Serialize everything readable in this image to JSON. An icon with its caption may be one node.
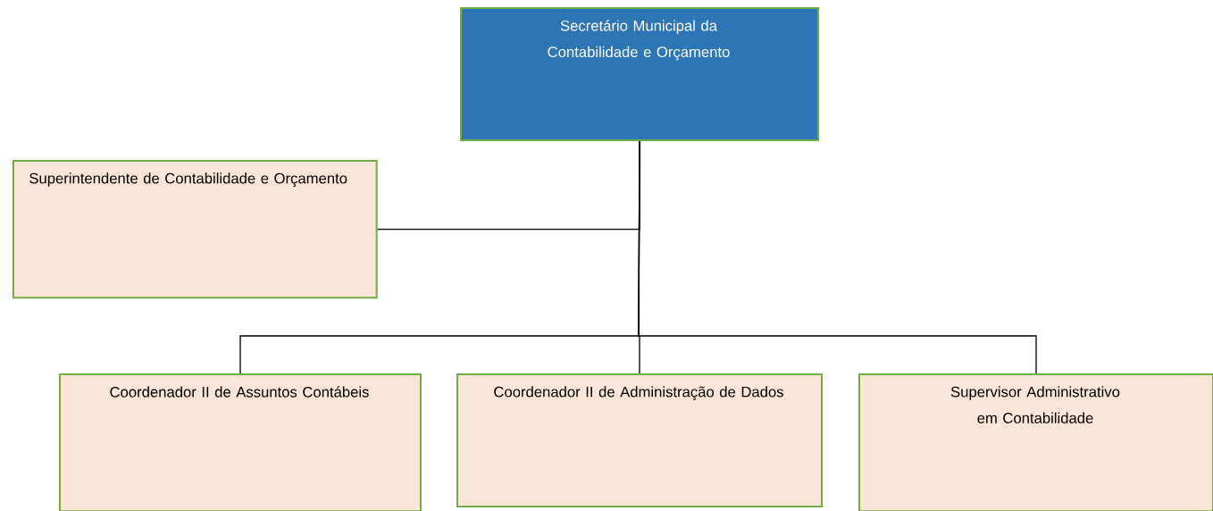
{
  "diagram": {
    "nodes": [
      {
        "text": [
          "Secretário Municipal da Contabilidade e Orçamento"
        ]
      },
      {
        "text": [
          "Superintendente de Contabilidade e Orçamento"
        ]
      },
      {
        "text": [
          "Coordenador II de Assuntos Contábeis"
        ]
      },
      {
        "text": [
          "Coordenador II de Administração de Dados"
        ]
      },
      {
        "text": [
          "Supervisor Administrativo em Contabilidade"
        ]
      }
    ],
    "edges": [
      {
        "from": 0,
        "to": 1,
        "arrow": "none"
      },
      {
        "from": 0,
        "to": 2,
        "arrow": "none"
      },
      {
        "from": 0,
        "to": 3,
        "arrow": "none"
      },
      {
        "from": 0,
        "to": 4,
        "arrow": "none"
      }
    ]
  }
}
